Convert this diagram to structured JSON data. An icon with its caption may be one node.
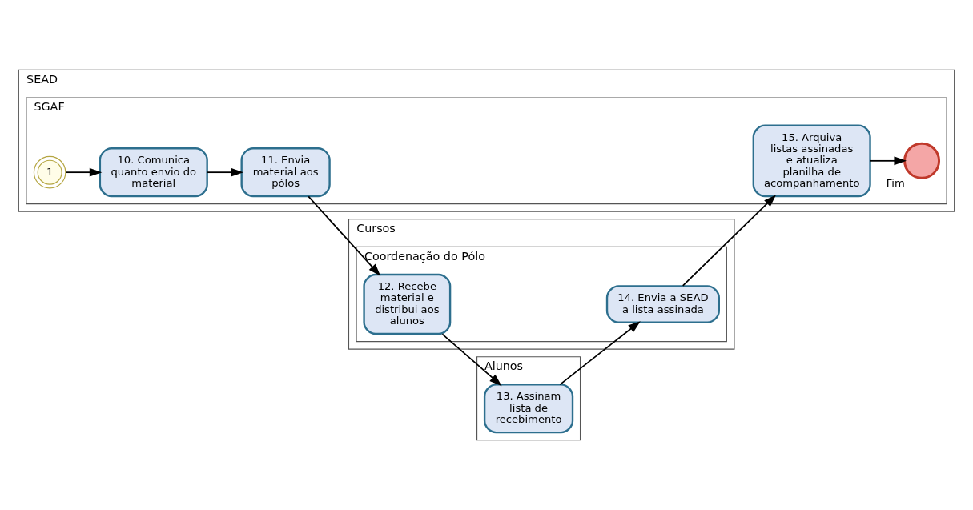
{
  "diagram": {
    "nodes": [
      {
        "text": [
          "SEAD"
        ]
      },
      {
        "text": [
          "SGAF"
        ],
        "in": 0
      },
      {
        "text": [
          "1"
        ],
        "in": 1
      },
      {
        "text": [
          "10. Comunica quanto envio do material"
        ],
        "in": 1
      },
      {
        "text": [
          "11. Envia material aos pólos"
        ],
        "in": 1
      },
      {
        "text": [
          "15. Arquiva listas assinadas e atualiza planilha de acompanhamento"
        ],
        "in": 1
      },
      {
        "text": [],
        "shape": "circle",
        "beside": [
          "Fim"
        ],
        "in": 1
      },
      {
        "text": [
          "Cursos"
        ]
      },
      {
        "text": [
          "Coordenação do Pólo"
        ],
        "in": 7
      },
      {
        "text": [
          "12. Recebe material e distribui aos alunos"
        ],
        "in": 8
      },
      {
        "text": [
          "14. Envia a SEAD a lista assinada"
        ],
        "in": 8
      },
      {
        "text": [
          "Alunos"
        ]
      },
      {
        "text": [
          "13. Assinam lista de recebimento"
        ],
        "in": 11
      }
    ],
    "edges": [
      {
        "from": 2,
        "to": 3,
        "arrow": "to"
      },
      {
        "from": 3,
        "to": 4,
        "arrow": "to"
      },
      {
        "from": 4,
        "to": 9,
        "arrow": "to"
      },
      {
        "from": 9,
        "to": 12,
        "arrow": "to"
      },
      {
        "from": 12,
        "to": 10,
        "arrow": "to"
      },
      {
        "from": 10,
        "to": 5,
        "arrow": "to"
      },
      {
        "from": 5,
        "to": 6,
        "arrow": "to"
      }
    ]
  }
}
